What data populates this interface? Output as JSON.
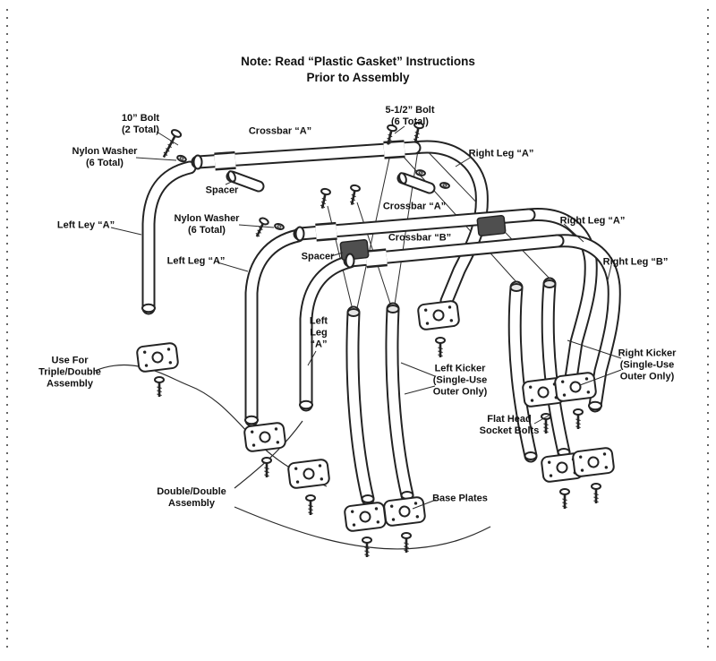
{
  "title": {
    "line1": "Note: Read “Plastic Gasket” Instructions",
    "line2": "Prior to Assembly"
  },
  "labels": {
    "bolt10": "10” Bolt\n(2 Total)",
    "bolt55": "5-1/2” Bolt\n(6 Total)",
    "crossbar_a_top": "Crossbar “A”",
    "nylon_washer_1": "Nylon Washer\n(6 Total)",
    "right_leg_a_1": "Right Leg “A”",
    "spacer_1": "Spacer",
    "left_ley_a": "Left Ley “A”",
    "crossbar_a_mid": "Crossbar “A”",
    "nylon_washer_2": "Nylon Washer\n(6 Total)",
    "right_leg_a_2": "Right Leg “A”",
    "crossbar_b": "Crossbar “B”",
    "left_leg_a_mid": "Left Leg “A”",
    "spacer_2": "Spacer",
    "right_leg_b": "Right Leg “B”",
    "left_leg_a_stack": "Left\nLeg\n“A”",
    "use_for": "Use For\nTriple/Double\nAssembly",
    "left_kicker": "Left Kicker\n(Single-Use\nOuter Only)",
    "right_kicker": "Right Kicker\n(Single-Use\nOuter Only)",
    "flat_head": "Flat Head\nSocket Bolts",
    "base_plates": "Base Plates",
    "double_double": "Double/Double\nAssembly"
  }
}
